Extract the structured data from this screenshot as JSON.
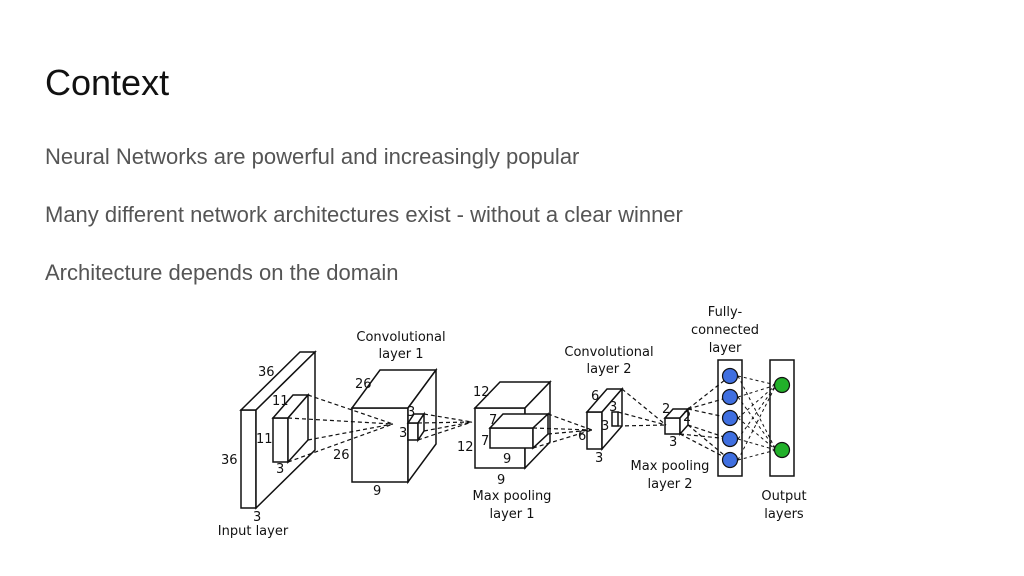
{
  "slide": {
    "title": "Context",
    "bullets": [
      "Neural Networks are powerful and increasingly popular",
      "Many different network architectures exist - without a clear winner",
      "Architecture depends on the domain"
    ]
  },
  "diagram": {
    "labels": {
      "input_layer": "Input layer",
      "conv1_line1": "Convolutional",
      "conv1_line2": "layer 1",
      "pool1_line1": "Max pooling",
      "pool1_line2": "layer 1",
      "conv2_line1": "Convolutional",
      "conv2_line2": "layer 2",
      "pool2_line1": "Max pooling",
      "pool2_line2": "layer 2",
      "fc_line1": "Fully-",
      "fc_line2": "connected",
      "fc_line3": "layer",
      "out_line1": "Output",
      "out_line2": "layers"
    },
    "dims": {
      "input_w": "36",
      "input_h": "36",
      "input_d": "3",
      "kernel1_w": "11",
      "kernel1_h": "11",
      "kernel1_d": "3",
      "conv1_w": "26",
      "conv1_h": "26",
      "conv1_d": "9",
      "kernel2_w": "3",
      "kernel2_h": "3",
      "pool1_w": "12",
      "pool1_h": "12",
      "pool1_d": "9",
      "kernel3_w": "7",
      "kernel3_h": "7",
      "kernel3_d": "9",
      "conv2_w": "6",
      "conv2_h": "6",
      "conv2_d": "3",
      "kernel4_w": "3",
      "kernel4_h": "3",
      "pool2_w": "2",
      "pool2_h": "2",
      "pool2_d": "3"
    },
    "colors": {
      "fc_node": "#3f6fe0",
      "output_node": "#22b02a",
      "stroke": "#111111"
    }
  }
}
